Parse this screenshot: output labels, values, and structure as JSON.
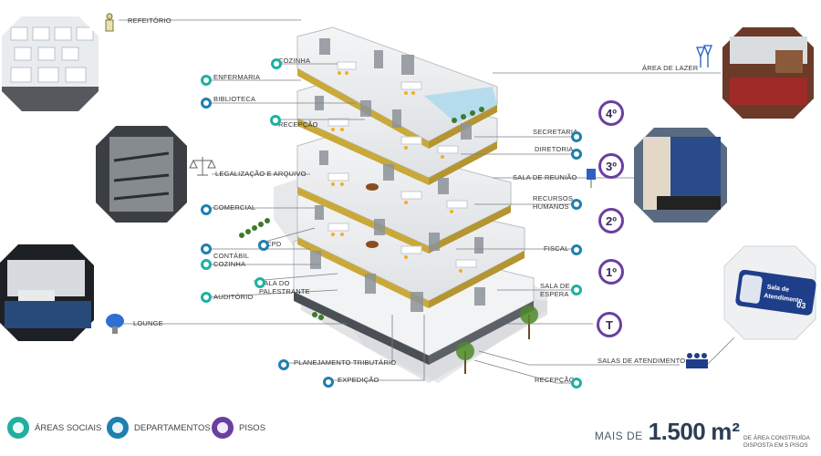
{
  "labels": {
    "refeitorio": "REFEITÓRIO",
    "cozinha_top": "COZINHA",
    "enfermaria": "ENFERMARIA",
    "biblioteca": "BIBLIOTECA",
    "recepcao_top": "RECEPÇÃO",
    "legalizacao": "LEGALIZAÇÃO E ARQUIVO",
    "comercial": "COMERCIAL",
    "cpd": "CPD",
    "contabil": "CONTÁBIL",
    "cozinha_bottom": "COZINHA",
    "sala_palestrante": "SALA DO\nPALESTRANTE",
    "auditorio": "AUDITÓRIO",
    "lounge": "LOUNGE",
    "planejamento": "PLANEJAMENTO TRIBUTÁRIO",
    "expedicao": "EXPEDIÇÃO",
    "area_lazer": "ÁREA DE LAZER",
    "secretaria": "SECRETARIA",
    "diretoria": "DIRETORIA",
    "sala_reuniao": "SALA DE REUNIÃO",
    "recursos_humanos": "RECURSOS\nHUMANOS",
    "fiscal": "FISCAL",
    "sala_espera": "SALA DE\nESPERA",
    "salas_atendimento": "SALAS DE ATENDIMENTO",
    "recepcao_bottom": "RECEPÇÃO"
  },
  "floors": [
    "4º",
    "3º",
    "2º",
    "1º",
    "T"
  ],
  "sign_text": [
    "Sala de",
    "Atendimento",
    "03"
  ],
  "legend": [
    {
      "label": "ÁREAS SOCIAIS",
      "color": "#1fb0a0"
    },
    {
      "label": "DEPARTAMENTOS",
      "color": "#1f7fb0"
    },
    {
      "label": "PISOS",
      "color": "#6a3fa0"
    }
  ],
  "area": {
    "prefix": "MAIS DE",
    "value": "1.500",
    "unit": "m²",
    "note_line1": "DE ÁREA CONSTRUÍDA",
    "note_line2": "DISPOSTA EM 5 PISOS"
  },
  "colors": {
    "social": "#1fb0a0",
    "department": "#1f7fb0",
    "floor": "#6a3fa0",
    "line": "#7a8088"
  }
}
